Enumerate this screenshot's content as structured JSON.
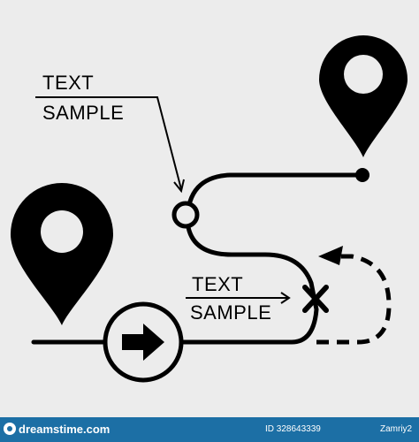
{
  "label_top": {
    "line1": "TEXT",
    "line2": "SAMPLE"
  },
  "label_mid": {
    "line1": "TEXT",
    "line2": "SAMPLE"
  },
  "footer": {
    "logo": "dreamstime.com",
    "id_text": "ID 328643339",
    "author": "Zamriy2",
    "bg_color": "#1c6fa5"
  },
  "icons": {
    "pin_left": "map-pin-icon",
    "pin_right": "map-pin-icon",
    "start_arrow": "right-arrow-in-circle-icon",
    "waypoint": "circle-waypoint-icon",
    "destination_mark": "x-mark-icon",
    "return_arrow": "dashed-loop-arrow-icon",
    "end_dot": "route-end-dot-icon"
  },
  "colors": {
    "ink": "#000000",
    "background": "#ececec"
  }
}
